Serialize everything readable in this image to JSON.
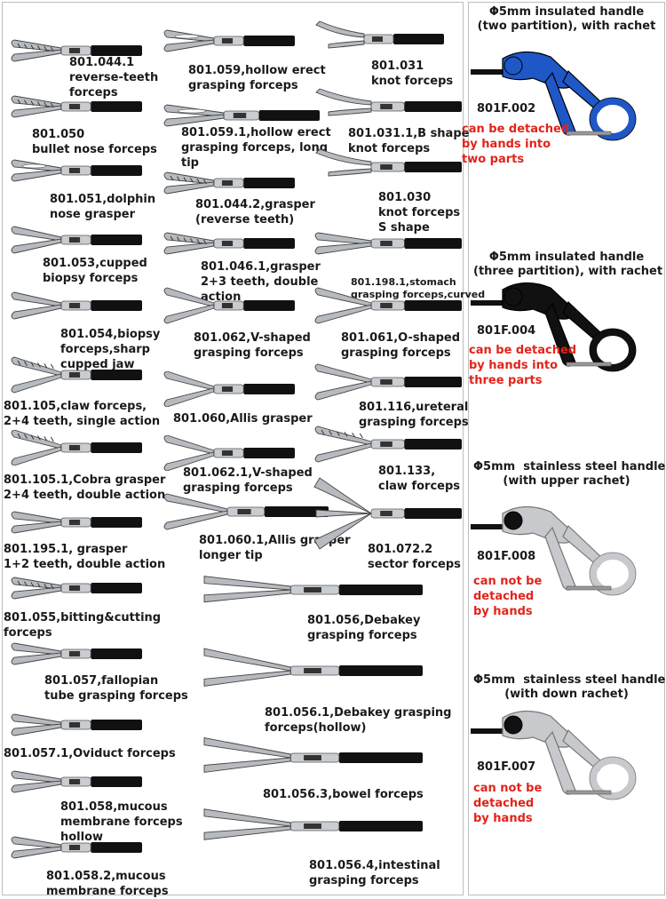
{
  "instruments": [
    {
      "label": "801.044.1\nreverse-teeth\nforceps",
      "jaw": "serrated"
    },
    {
      "label": "801.050\nbullet nose forceps",
      "jaw": "serrated"
    },
    {
      "label": "801.051,dolphin\nnose grasper",
      "jaw": "fenestrated"
    },
    {
      "label": "801.053,cupped\nbiopsy forceps",
      "jaw": "cupped"
    },
    {
      "label": "801.054,biopsy\nforceps,sharp\ncupped jaw",
      "jaw": "cupped"
    },
    {
      "label": "801.105,claw forceps,\n2+4 teeth, single action",
      "jaw": "claw"
    },
    {
      "label": "801.105.1,Cobra grasper\n2+4 teeth, double action",
      "jaw": "claw"
    },
    {
      "label": "801.195.1, grasper\n1+2 teeth, double action",
      "jaw": "curved"
    },
    {
      "label": "801.055,bitting&cutting\nforceps",
      "jaw": "serrated"
    },
    {
      "label": "801.057,fallopian\ntube grasping forceps",
      "jaw": "curved"
    },
    {
      "label": "801.057.1,Oviduct forceps",
      "jaw": "curved"
    },
    {
      "label": "801.058,mucous\nmembrane forceps\nhollow",
      "jaw": "curved"
    },
    {
      "label": "801.058.2,mucous\nmembrane forceps",
      "jaw": "curved"
    },
    {
      "label": "801.059,hollow erect\ngrasping forceps",
      "jaw": "fenestrated"
    },
    {
      "label": "801.059.1,hollow erect\ngrasping forceps, long\ntip",
      "jaw": "fenestrated"
    },
    {
      "label": "801.044.2,grasper\n(reverse teeth)",
      "jaw": "serrated"
    },
    {
      "label": "801.046.1,grasper\n2+3 teeth, double\naction",
      "jaw": "serrated"
    },
    {
      "label": "801.062,V-shaped\ngrasping forceps",
      "jaw": "open"
    },
    {
      "label": "801.060,Allis grasper",
      "jaw": "open"
    },
    {
      "label": "801.062.1,V-shaped\ngrasping forceps",
      "jaw": "open"
    },
    {
      "label": "801.060.1,Allis grasper\nlonger tip",
      "jaw": "open"
    },
    {
      "label": "801.031\nknot forceps",
      "jaw": "knot"
    },
    {
      "label": "801.031.1,B shape\nknot forceps",
      "jaw": "knot"
    },
    {
      "label": "801.030\nknot forceps\nS shape",
      "jaw": "knot"
    },
    {
      "label": "801.198.1,stomach\ngrasping forceps,curved",
      "jaw": "curved"
    },
    {
      "label": "801.061,O-shaped\ngrasping forceps",
      "jaw": "open"
    },
    {
      "label": "801.116,ureteral\ngrasping forceps",
      "jaw": "open"
    },
    {
      "label": "801.133,\nclaw forceps",
      "jaw": "claw"
    },
    {
      "label": "801.072.2\nsector forceps",
      "jaw": "fan"
    },
    {
      "label": "801.056,Debakey\ngrasping forceps",
      "jaw": "long"
    },
    {
      "label": "801.056.1,Debakey grasping\nforceps(hollow)",
      "jaw": "long"
    },
    {
      "label": "801.056.3,bowel forceps",
      "jaw": "long"
    },
    {
      "label": "801.056.4,intestinal\ngrasping forceps",
      "jaw": "long"
    }
  ],
  "handles": [
    {
      "title": "Φ5mm insulated handle\n(two partition), with rachet",
      "code": "801F.002",
      "note": "can be detached\nby hands into\ntwo parts",
      "color": "#1f57c6",
      "style": "insulated"
    },
    {
      "title": "Φ5mm insulated handle\n(three partition), with rachet",
      "code": "801F.004",
      "note": "can be detached\nby hands into\nthree parts",
      "color": "#111111",
      "style": "insulated"
    },
    {
      "title": "Φ5mm  stainless steel handle\n(with upper rachet)",
      "code": "801F.008",
      "note": "can not be\ndetached\nby hands",
      "color": "#c7c9cc",
      "style": "steel"
    },
    {
      "title": "Φ5mm  stainless steel handle\n(with down rachet)",
      "code": "801F.007",
      "note": "can not be\ndetached\nby hands",
      "color": "#c7c9cc",
      "style": "steel"
    }
  ],
  "colors": {
    "text": "#1a1a1a",
    "note": "#e2231a",
    "border": "#bdbdbd",
    "shaft": "#111111",
    "metal": "#a9adb2"
  }
}
